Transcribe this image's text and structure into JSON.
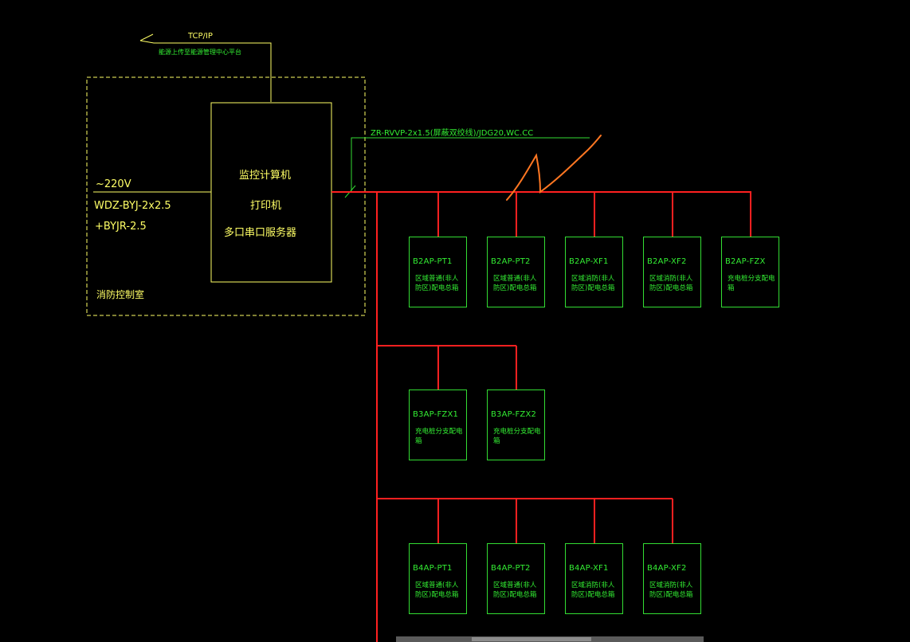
{
  "colors": {
    "background": "#000000",
    "wiring_green": "#33dd33",
    "power_red": "#ff2020",
    "boundary_yellow": "#ffff66",
    "annotation_orange": "#ff7722"
  },
  "top_link": {
    "protocol": "TCP/IP",
    "description": "能源上传至能源管理中心平台"
  },
  "control_room": {
    "name": "消防控制室",
    "equipment": [
      "监控计算机",
      "打印机",
      "多口串口服务器"
    ]
  },
  "power_supply": {
    "voltage": "~220V",
    "cable": "WDZ-BYJ-2x2.5",
    "ground": "+BYJR-2.5"
  },
  "bus_cable": "ZR-RVVP-2x1.5(屏蔽双绞线)/JDG20,WC.CC",
  "floors": [
    {
      "boxes": [
        {
          "code": "B2AP-PT1",
          "desc": "区域普通(非人防区)配电总箱"
        },
        {
          "code": "B2AP-PT2",
          "desc": "区域普通(非人防区)配电总箱"
        },
        {
          "code": "B2AP-XF1",
          "desc": "区域消防(非人防区)配电总箱"
        },
        {
          "code": "B2AP-XF2",
          "desc": "区域消防(非人防区)配电总箱"
        },
        {
          "code": "B2AP-FZX",
          "desc": "充电桩分支配电箱"
        }
      ]
    },
    {
      "boxes": [
        {
          "code": "B3AP-FZX1",
          "desc": "充电桩分支配电箱"
        },
        {
          "code": "B3AP-FZX2",
          "desc": "充电桩分支配电箱"
        }
      ]
    },
    {
      "boxes": [
        {
          "code": "B4AP-PT1",
          "desc": "区域普通(非人防区)配电总箱"
        },
        {
          "code": "B4AP-PT2",
          "desc": "区域普通(非人防区)配电总箱"
        },
        {
          "code": "B4AP-XF1",
          "desc": "区域消防(非人防区)配电总箱"
        },
        {
          "code": "B4AP-XF2",
          "desc": "区域消防(非人防区)配电总箱"
        }
      ]
    }
  ]
}
